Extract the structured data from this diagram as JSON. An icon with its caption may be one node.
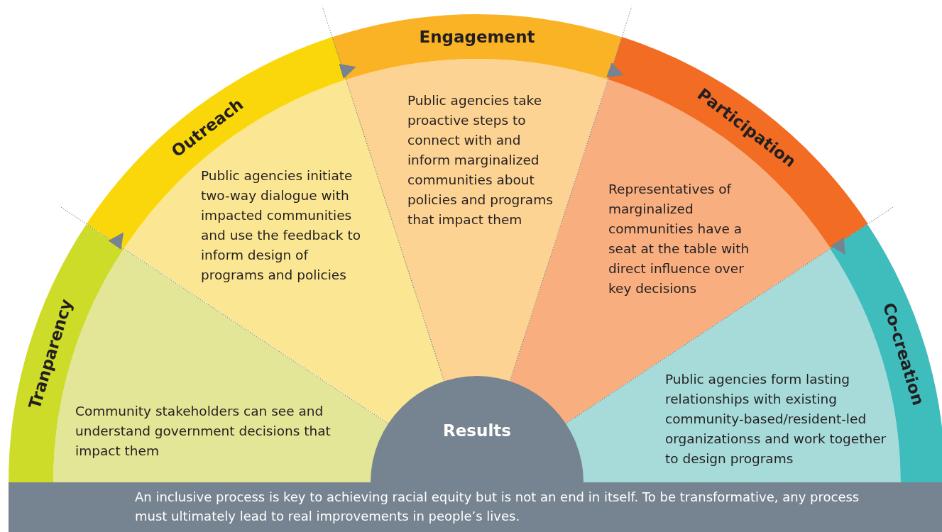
{
  "diagram": {
    "nodes": [
      {
        "text": [
          "Tranparency",
          "Community stakeholders can see and understand government decisions that impact them"
        ]
      },
      {
        "text": [
          "Outreach",
          "Public agencies initiate two-way dialogue with impacted communities and use the feedback to inform design of programs and policies"
        ]
      },
      {
        "text": [
          "Engagement",
          "Public agencies take proactive steps to connect with and inform marginalized communities about policies and programs that impact them"
        ]
      },
      {
        "text": [
          "Participation",
          "Representatives of marginalized communities have a seat at the table with direct influence over key decisions"
        ]
      },
      {
        "text": [
          "Co-creation",
          "Public agencies form lasting relationships with existing community-based/resident-led organizationss and work together to design programs"
        ]
      },
      {
        "text": [
          "Results"
        ]
      },
      {
        "text": [
          "An inclusive process is key to achieving racial equity but is not an end in itself. To be transformative, any process must ultimately lead to real improvements in people’s  lives."
        ]
      }
    ],
    "edges": [
      {
        "from": 0,
        "to": 1,
        "arrow": "to"
      },
      {
        "from": 1,
        "to": 2,
        "arrow": "to"
      },
      {
        "from": 2,
        "to": 3,
        "arrow": "to"
      },
      {
        "from": 3,
        "to": 4,
        "arrow": "to"
      }
    ]
  }
}
